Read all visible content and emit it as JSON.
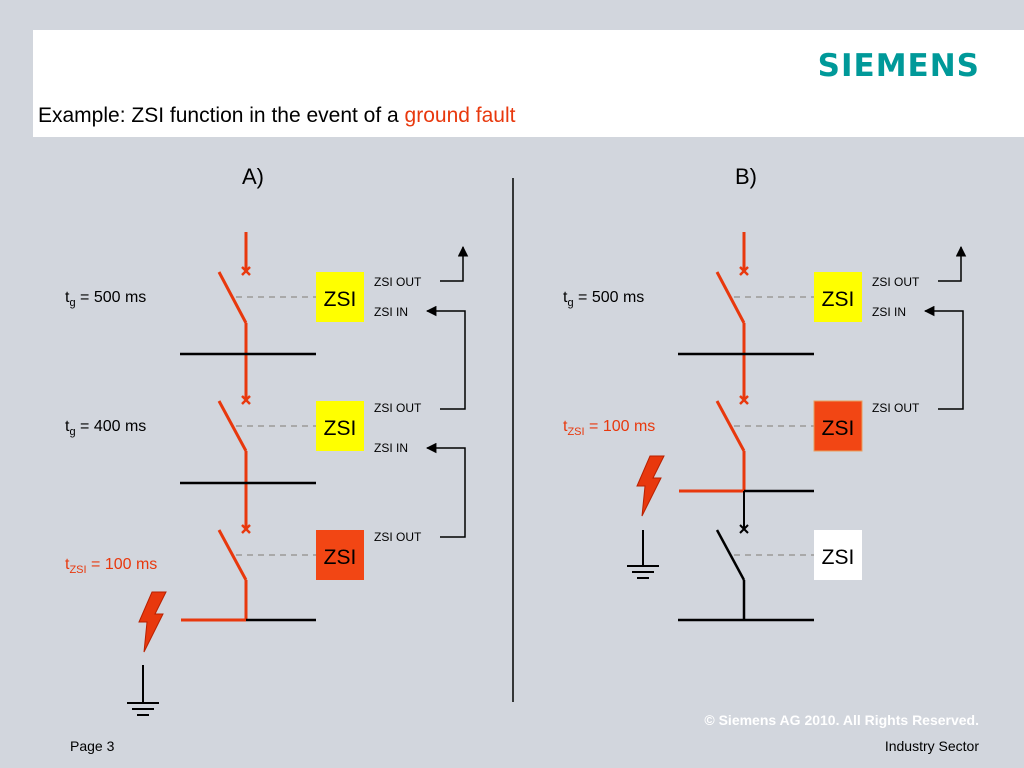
{
  "header": {
    "logo": "SIEMENS",
    "title_prefix": "Example: ZSI function in the event of a ",
    "title_highlight": "ground fault"
  },
  "panels": {
    "a": {
      "label": "A)"
    },
    "b": {
      "label": "B)"
    }
  },
  "labels": {
    "zsi": "ZSI",
    "zsi_out": "ZSI OUT",
    "zsi_in": "ZSI IN",
    "tg": "t",
    "tg_sub": "g",
    "tzsi": "t",
    "tzsi_sub": "ZSI",
    "val_500": " = 500 ms",
    "val_400": " = 400 ms",
    "val_100": " = 100 ms"
  },
  "colors": {
    "red": "#e8380d",
    "yellow": "#ffff00",
    "orange_red": "#f24614",
    "white": "#ffffff",
    "dash": "#a9a9a9"
  },
  "footer": {
    "copyright": "© Siemens AG 2010. All Rights Reserved.",
    "page": "Page 3",
    "sector": "Industry Sector"
  }
}
